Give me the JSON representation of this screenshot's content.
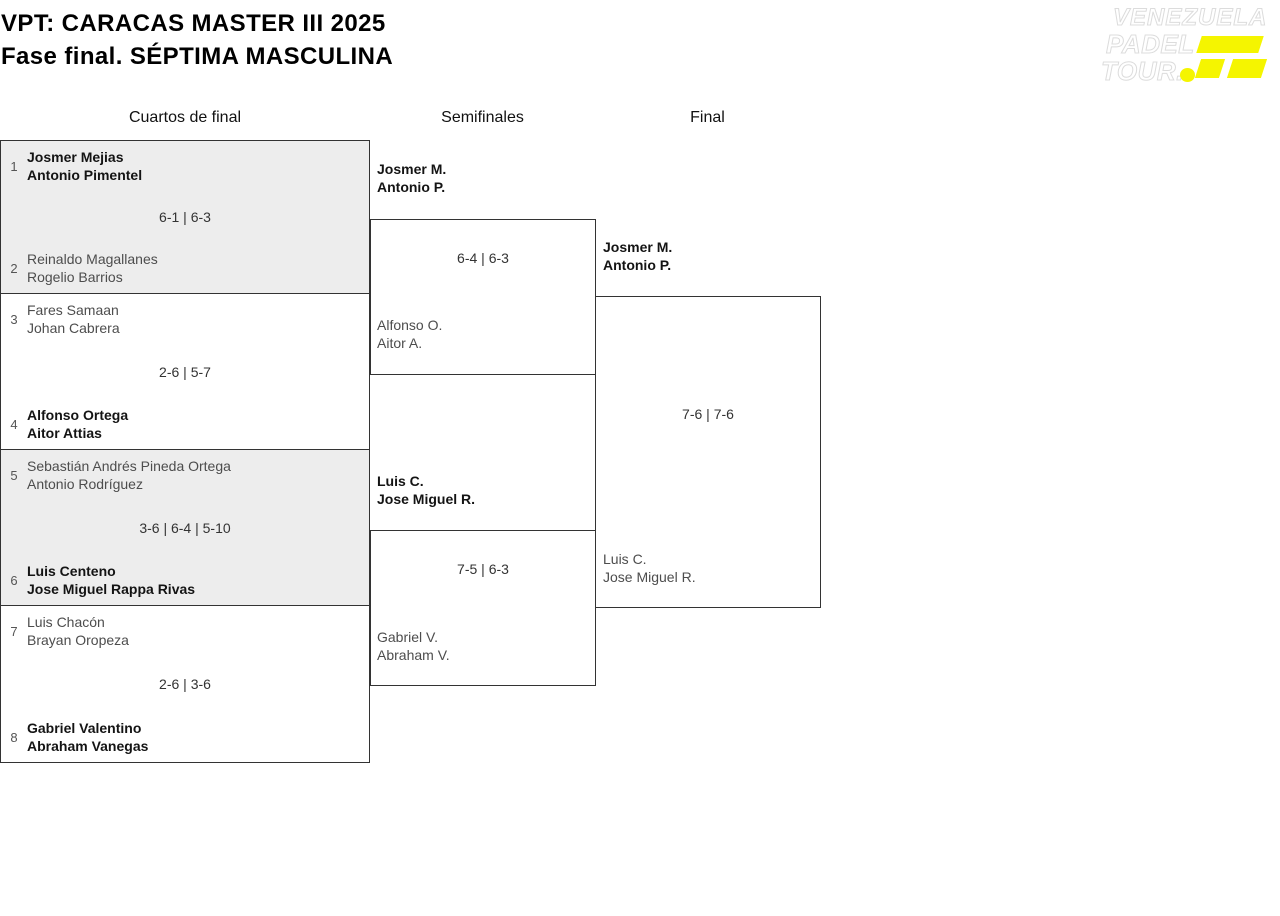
{
  "header": {
    "title_line1": "VPT: CARACAS MASTER III 2025",
    "title_line2": "Fase final. SÉPTIMA MASCULINA"
  },
  "logo": {
    "word1": "VENEZUELA",
    "word2": "PADEL",
    "word3": "TOUR."
  },
  "round_headers": {
    "quarterfinals": "Cuartos de final",
    "semifinals": "Semifinales",
    "final": "Final"
  },
  "quarterfinals": [
    {
      "seed_top": "1",
      "team_top": [
        "Josmer Mejias",
        "Antonio Pimentel"
      ],
      "top_winner": true,
      "score": "6-1 | 6-3",
      "seed_bottom": "2",
      "team_bottom": [
        "Reinaldo Magallanes",
        "Rogelio Barrios"
      ],
      "bottom_winner": false
    },
    {
      "seed_top": "3",
      "team_top": [
        "Fares Samaan",
        "Johan Cabrera"
      ],
      "top_winner": false,
      "score": "2-6 | 5-7",
      "seed_bottom": "4",
      "team_bottom": [
        "Alfonso Ortega",
        "Aitor Attias"
      ],
      "bottom_winner": true
    },
    {
      "seed_top": "5",
      "team_top": [
        "Sebastián Andrés Pineda Ortega",
        "Antonio Rodríguez"
      ],
      "top_winner": false,
      "score": "3-6 | 6-4 | 5-10",
      "seed_bottom": "6",
      "team_bottom": [
        "Luis Centeno",
        "Jose Miguel Rappa Rivas"
      ],
      "bottom_winner": true
    },
    {
      "seed_top": "7",
      "team_top": [
        "Luis Chacón",
        "Brayan Oropeza"
      ],
      "top_winner": false,
      "score": "2-6 | 3-6",
      "seed_bottom": "8",
      "team_bottom": [
        "Gabriel Valentino",
        "Abraham Vanegas"
      ],
      "bottom_winner": true
    }
  ],
  "semifinals": [
    {
      "team_top": [
        "Josmer M.",
        "Antonio P."
      ],
      "top_winner": true,
      "score": "6-4 | 6-3",
      "team_bottom": [
        "Alfonso O.",
        "Aitor A."
      ],
      "bottom_winner": false
    },
    {
      "team_top": [
        "Luis C.",
        "Jose Miguel R."
      ],
      "top_winner": true,
      "score": "7-5 | 6-3",
      "team_bottom": [
        "Gabriel V.",
        "Abraham V."
      ],
      "bottom_winner": false
    }
  ],
  "final": {
    "team_top": [
      "Josmer M.",
      "Antonio P."
    ],
    "top_winner": true,
    "score": "7-6 | 7-6",
    "team_bottom": [
      "Luis C.",
      "Jose Miguel R."
    ],
    "bottom_winner": false
  },
  "colors": {
    "accent_yellow": "#f5f500",
    "shade_gray": "#ededed",
    "border": "#333333",
    "winner_text": "#141414",
    "loser_text": "#4d4d4d"
  }
}
